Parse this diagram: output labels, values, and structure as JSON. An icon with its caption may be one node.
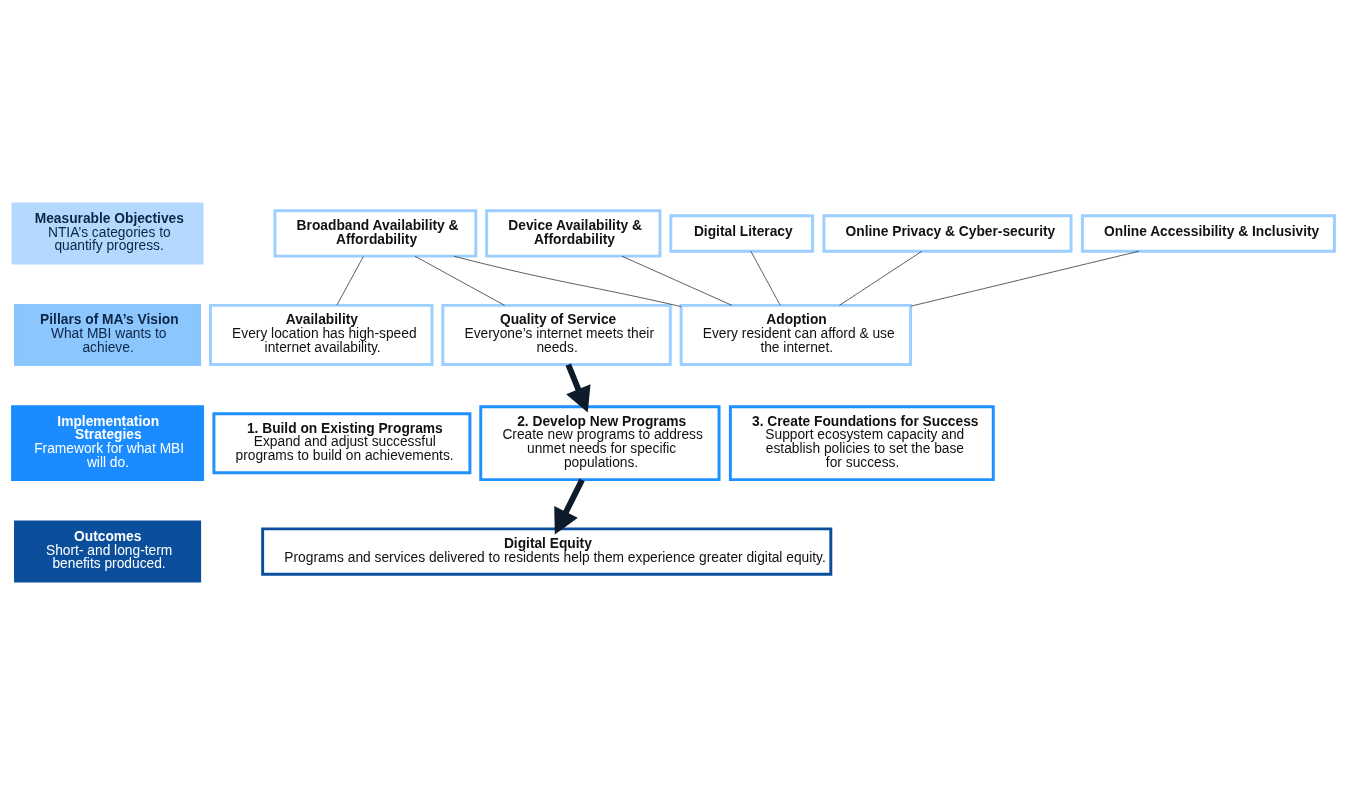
{
  "diagram": {
    "nodes": [
      {
        "text": [
          "Measurable Objectives",
          "NTIA’s categories to quantify progress."
        ]
      },
      {
        "text": [
          "Broadband Availability & Affordability"
        ]
      },
      {
        "text": [
          "Device Availability & Affordability"
        ]
      },
      {
        "text": [
          "Digital Literacy"
        ]
      },
      {
        "text": [
          "Online Privacy & Cyber-security"
        ]
      },
      {
        "text": [
          "Online Accessibility & Inclusivity"
        ]
      },
      {
        "text": [
          "Pillars of MA’s Vision",
          "What MBI wants to achieve."
        ]
      },
      {
        "text": [
          "Availability",
          "Every location has high-speed internet availability."
        ]
      },
      {
        "text": [
          "Quality of Service",
          "Everyone’s internet meets their needs."
        ]
      },
      {
        "text": [
          "Adoption",
          "Every resident can afford & use the internet."
        ]
      },
      {
        "text": [
          "Implementation Strategies",
          "Framework for what MBI will do."
        ]
      },
      {
        "text": [
          "1. Build on Existing Programs",
          "Expand and adjust successful programs to build on achievements."
        ]
      },
      {
        "text": [
          "2. Develop New Programs",
          "Create new programs to address unmet needs for specific populations."
        ]
      },
      {
        "text": [
          "3. Create Foundations for Success",
          "Support ecosystem capacity and establish policies to set the base for success."
        ]
      },
      {
        "text": [
          "Outcomes",
          "Short- and long-term benefits produced."
        ]
      },
      {
        "text": [
          "Digital Equity",
          "Programs and services delivered to residents help them experience greater digital equity."
        ]
      }
    ],
    "edges": [
      {
        "from": 1,
        "to": 7,
        "arrow": "none"
      },
      {
        "from": 1,
        "to": 8,
        "arrow": "none"
      },
      {
        "from": 1,
        "to": 9,
        "arrow": "none"
      },
      {
        "from": 2,
        "to": 9,
        "arrow": "none"
      },
      {
        "from": 3,
        "to": 9,
        "arrow": "none"
      },
      {
        "from": 4,
        "to": 9,
        "arrow": "none"
      },
      {
        "from": 5,
        "to": 9,
        "arrow": "none"
      },
      {
        "from": 8,
        "to": 12,
        "arrow": "to",
        "style": "thick",
        "color": "#0d1b2a"
      },
      {
        "from": 12,
        "to": 15,
        "arrow": "to",
        "style": "thick",
        "color": "#0d1b2a"
      }
    ]
  }
}
